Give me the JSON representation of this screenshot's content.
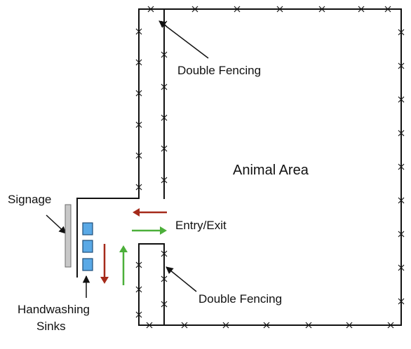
{
  "labels": {
    "double_fencing_top": "Double Fencing",
    "double_fencing_bottom": "Double Fencing",
    "animal_area": "Animal Area",
    "entry_exit": "Entry/Exit",
    "signage": "Signage",
    "handwashing_line1": "Handwashing",
    "handwashing_line2": "Sinks"
  },
  "colors": {
    "exit_arrow": "#a52a1a",
    "entry_arrow": "#4caf3a",
    "sink_fill": "#5aa9e6",
    "signage_fill": "#c8c8c8",
    "fence": "#111111"
  }
}
